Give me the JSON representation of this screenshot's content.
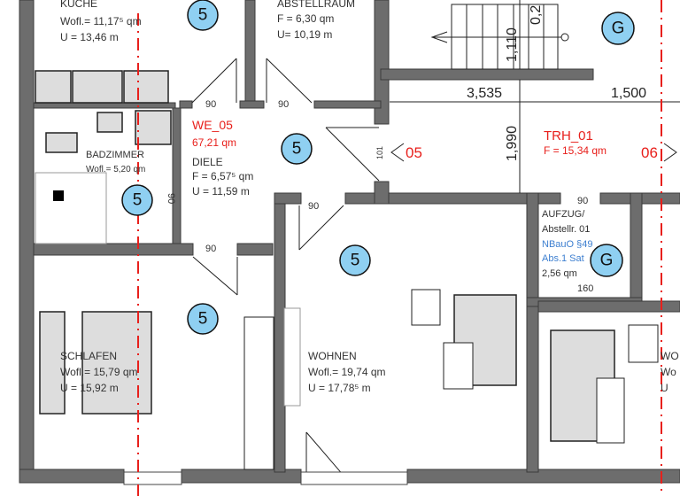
{
  "plan": {
    "unit": {
      "id": "WE_05",
      "area": "67,21 qm"
    },
    "rooms": [
      {
        "name": "KÜCHE",
        "area": "Wofl.= 11,17⁵ qm",
        "perimeter": "U      = 13,46 m"
      },
      {
        "name": "ABSTELLRAUM",
        "area": "F = 6,30 qm",
        "perimeter": "U= 10,19 m"
      },
      {
        "name": "BADZIMMER",
        "area": "Wofl.= 5,20 qm"
      },
      {
        "name": "DIELE",
        "area": "F  = 6,57⁵ qm",
        "perimeter": "U = 11,59 m"
      },
      {
        "name": "SCHLAFEN",
        "area": "Wofl.= 15,79 qm",
        "perimeter": "U       = 15,92 m"
      },
      {
        "name": "WOHNEN",
        "area": "Wofl.= 19,74 qm",
        "perimeter": "U       = 17,78⁵ m"
      },
      {
        "name": "AUFZUG/",
        "name2": "Abstellr. 01",
        "note1": "NBauO §49",
        "note2": "Abs.1 Sat",
        "area": "2,56 qm"
      },
      {
        "name": "WO",
        "area": "Wo",
        "perimeter": "U"
      }
    ],
    "stairwell": {
      "name": "TRH_01",
      "area": "F = 15,34 qm",
      "unit_left": "05",
      "unit_right": "06"
    },
    "dimensions": [
      "3,535",
      "1,500",
      "1,990",
      "1,110",
      "0,2",
      "101",
      "160",
      "90"
    ],
    "badges": {
      "five": "5",
      "g": "G"
    },
    "colors": {
      "axis": "#e8201c",
      "badge": "#8fd0f2",
      "wall": "#6d6d6d",
      "note": "#3d7fd0"
    }
  }
}
